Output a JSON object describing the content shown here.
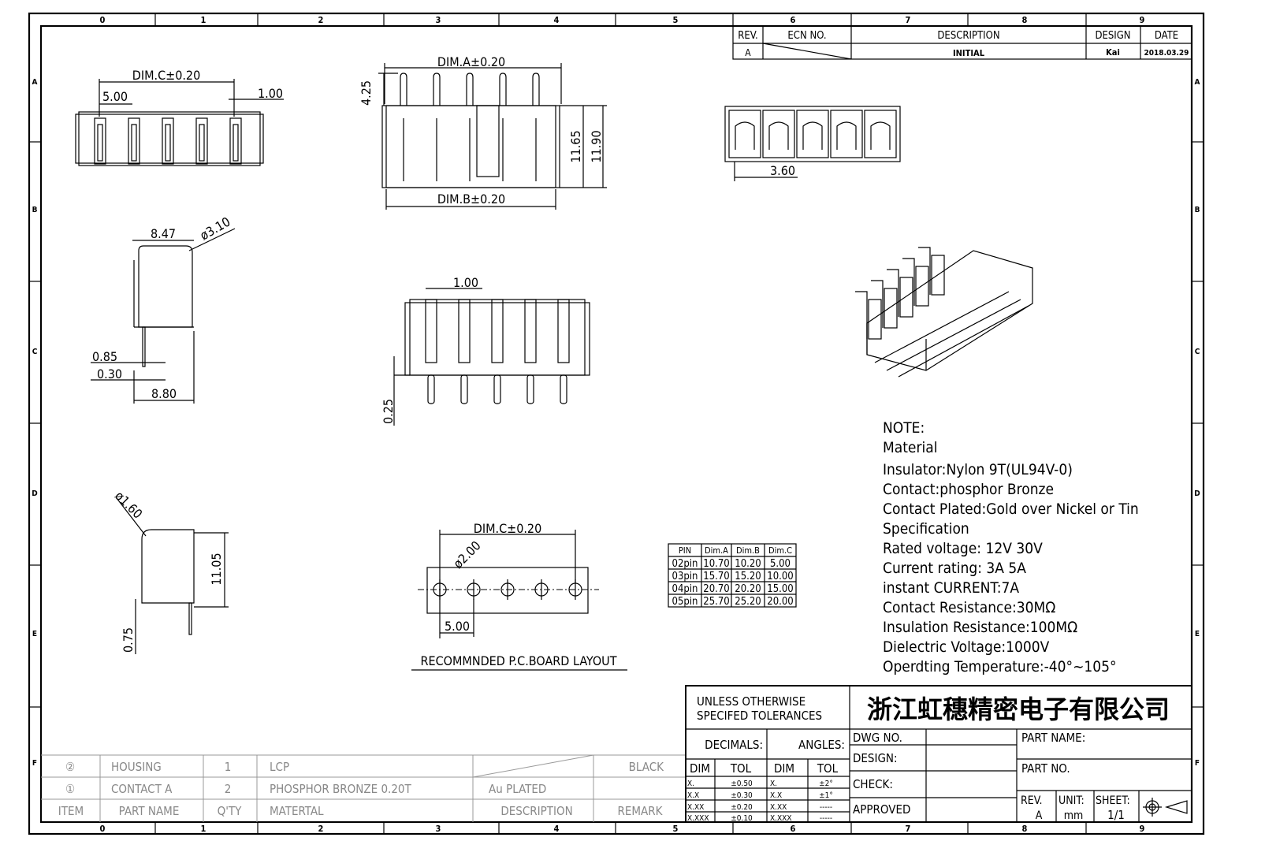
{
  "frame": {
    "columns": [
      "0",
      "1",
      "2",
      "3",
      "4",
      "5",
      "6",
      "7",
      "8",
      "9"
    ],
    "rows": [
      "A",
      "B",
      "C",
      "D",
      "E",
      "F"
    ]
  },
  "revision": {
    "headers": {
      "rev": "REV.",
      "ecn": "ECN NO.",
      "description": "DESCRIPTION",
      "design": "DESIGN",
      "date": "DATE"
    },
    "row": {
      "rev": "A",
      "description": "INITIAL",
      "design": "Kai",
      "date": "2018.03.29"
    }
  },
  "dims": {
    "top_left_dimc": "DIM.C±0.20",
    "top_left_pitch": "5.00",
    "top_left_pin": "1.00",
    "front_dima": "DIM.A±0.20",
    "front_dimb": "DIM.B±0.20",
    "front_425": "4.25",
    "front_1165": "11.65",
    "front_1190": "11.90",
    "top_right_360": "3.60",
    "side_847": "8.47",
    "side_r310": "ø3.10",
    "side_085": "0.85",
    "side_030": "0.30",
    "side_880": "8.80",
    "mid_100": "1.00",
    "mid_025": "0.25",
    "side2_r160": "ø1.60",
    "side2_1105": "11.05",
    "side2_075": "0.75",
    "pcb_dimc": "DIM.C±0.20",
    "pcb_hole": "ø2.00",
    "pcb_pitch": "5.00",
    "pcb_caption": "RECOMMNDED P.C.BOARD LAYOUT"
  },
  "dim_table": {
    "headers": [
      "PIN",
      "Dim.A",
      "Dim.B",
      "Dim.C"
    ],
    "rows": [
      [
        "02pin",
        "10.70",
        "10.20",
        "5.00"
      ],
      [
        "03pin",
        "15.70",
        "15.20",
        "10.00"
      ],
      [
        "04pin",
        "20.70",
        "20.20",
        "15.00"
      ],
      [
        "05pin",
        "25.70",
        "25.20",
        "20.00"
      ]
    ]
  },
  "notes": [
    "NOTE:",
    "Material",
    "Insulator:Nylon 9T(UL94V-0)",
    "Contact:phosphor Bronze",
    "Contact Plated:Gold over Nickel or Tin",
    "Specification",
    "Rated voltage: 12V 30V",
    " Current rating: 3A   5A",
    "instant CURRENT:7A",
    "Contact Resistance:30MΩ",
    "Insulation Resistance:100MΩ",
    "Dielectric Voltage:1000V",
    "Operdting Temperature:-40°~105°"
  ],
  "bom": {
    "rows": [
      {
        "item": "②",
        "part": "HOUSING",
        "qty": "1",
        "material": "LCP",
        "description": "",
        "remark": "BLACK"
      },
      {
        "item": "①",
        "part": "CONTACT A",
        "qty": "2",
        "material": "PHOSPHOR BRONZE 0.20T",
        "description": "Au PLATED",
        "remark": ""
      }
    ],
    "headers": {
      "item": "ITEM",
      "part": "PART NAME",
      "qty": "Q'TY",
      "material": "MATERTAL",
      "description": "DESCRIPTION",
      "remark": "REMARK"
    }
  },
  "title_block": {
    "tolerance_title_1": "UNLESS OTHERWISE",
    "tolerance_title_2": "SPECIFED TOLERANCES",
    "company": "浙江虹穗精密电子有限公司",
    "decimals": "DECIMALS:",
    "angles": "ANGLES:",
    "dim": "DIM",
    "tol": "TOL",
    "decimal_rows": [
      [
        "X.",
        "±0.50"
      ],
      [
        "X.X",
        "±0.30"
      ],
      [
        "X.XX",
        "±0.20"
      ],
      [
        "X.XXX",
        "±0.10"
      ]
    ],
    "angle_rows": [
      [
        "X.",
        "±2°"
      ],
      [
        "X.X",
        "±1°"
      ],
      [
        "X.XX",
        "-----"
      ],
      [
        "X.XXX",
        "-----"
      ]
    ],
    "dwg_no": "DWG NO.",
    "design": "DESIGN:",
    "check": "CHECK:",
    "approved": "APPROVED",
    "part_name": "PART NAME:",
    "part_no": "PART NO.",
    "rev_label": "REV.",
    "rev_value": "A",
    "unit_label": "UNIT:",
    "unit_value": "mm",
    "sheet_label": "SHEET:",
    "sheet_value": "1/1"
  }
}
